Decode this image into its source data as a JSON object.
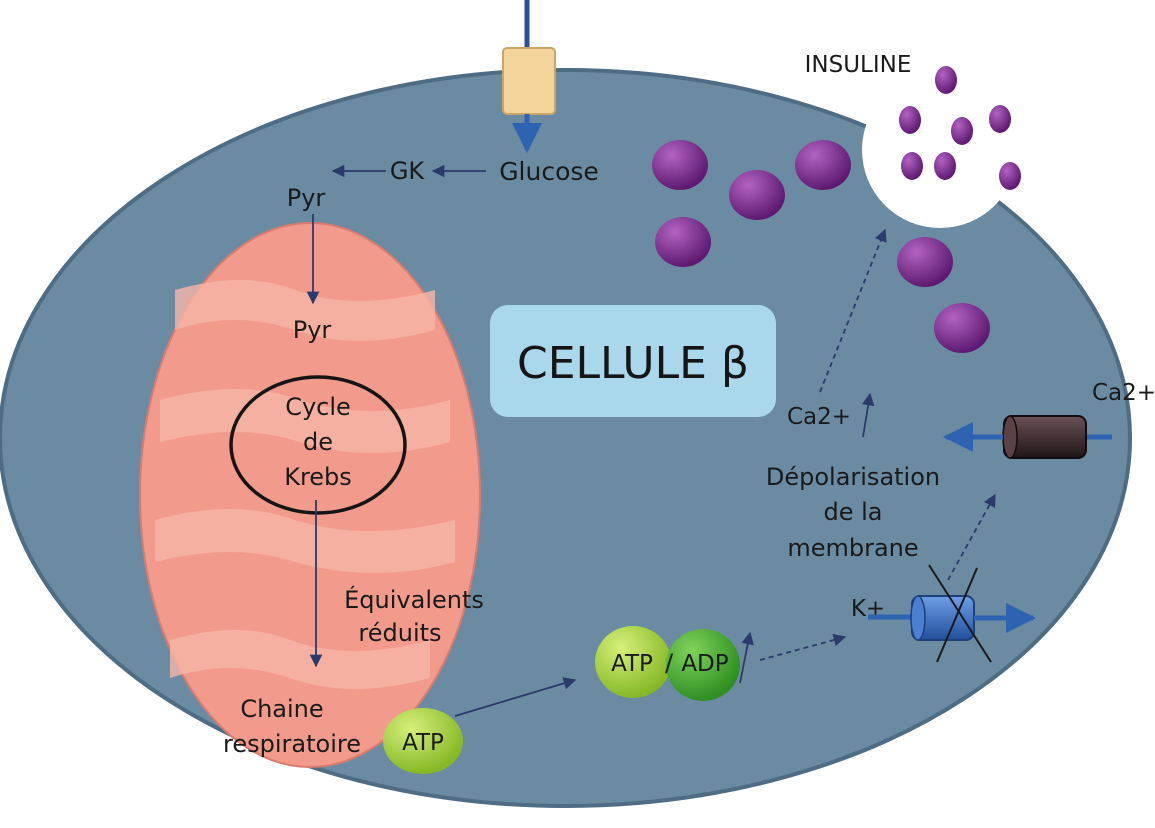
{
  "colors": {
    "cell": "#6b8ba3",
    "cell_edge": "#4e6c83",
    "mito": "#f29a8c",
    "mito_fold": "#f6b5a8",
    "title_box": "#a9d8ec",
    "granule": "#7a2a8c",
    "atp": "#a8d43c",
    "adp": "#56b33a",
    "k_channel": "#3a6fc4",
    "ca_channel": "#3a2a2e",
    "glut": "#f3d49a",
    "arrow": "#2a3a6a",
    "arrow_blue": "#2d63b0"
  },
  "title": "CELLULE β",
  "labels": {
    "insuline": "INSULINE",
    "gk": "GK",
    "glucose": "Glucose",
    "pyr_top": "Pyr",
    "pyr_inner": "Pyr",
    "cycle_line1": "Cycle",
    "cycle_line2": "de",
    "cycle_line3": "Krebs",
    "equiv_line1": "Équivalents",
    "equiv_line2": "réduits",
    "chaine_line1": "Chaine",
    "chaine_line2": "respiratoire",
    "atp_small": "ATP",
    "atp": "ATP",
    "slash": "/",
    "adp": "ADP",
    "k_plus": "K+",
    "depol_line1": "Dépolarisation",
    "depol_line2": "de la",
    "depol_line3": "membrane",
    "ca_inner": "Ca2+",
    "ca_outer": "Ca2+"
  }
}
